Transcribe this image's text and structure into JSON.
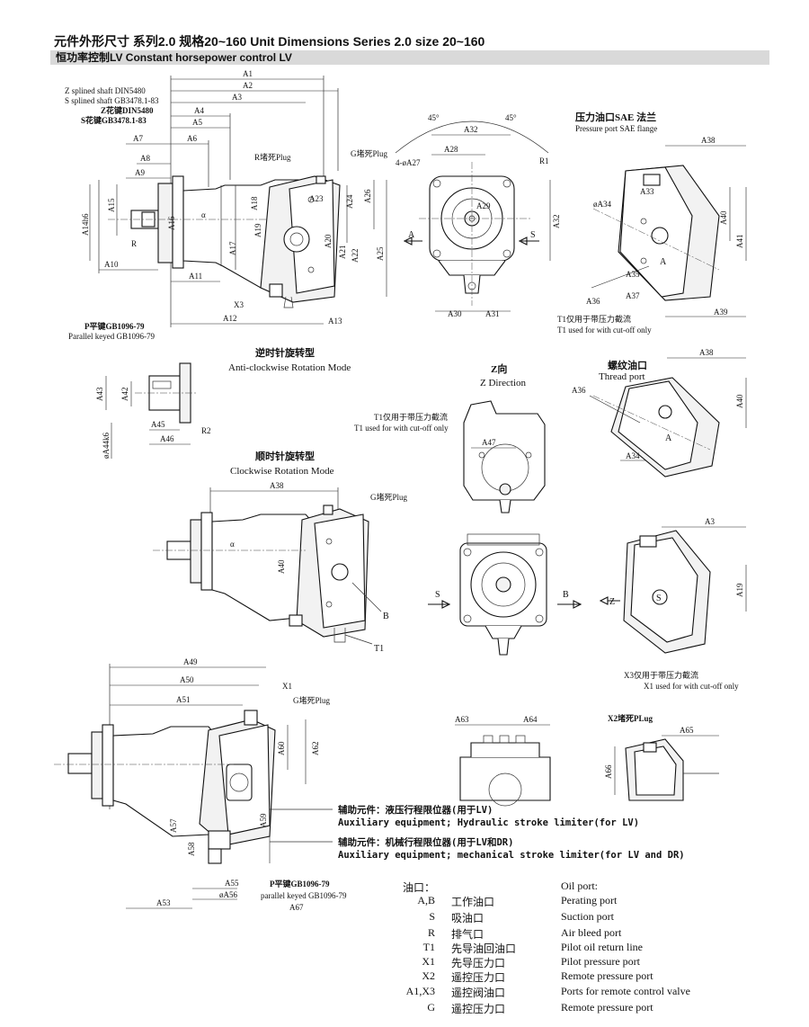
{
  "header": {
    "title": "元件外形尺寸 系列2.0  规格20~160    Unit Dimensions Series 2.0 size 20~160",
    "section_bar": "恒功率控制LV   Constant horsepower control LV"
  },
  "views": {
    "main": {
      "shaft_z": "Z splined shaft DIN5480",
      "shaft_s": "S splined shaft GB3478.1-83",
      "shaft_z_cn": "Z花键DIN5480",
      "shaft_s_cn": "S花键GB3478.1-83",
      "plug_r": "R堵死Plug",
      "plug_g": "G堵死Plug",
      "dims": [
        "A1",
        "A2",
        "A3",
        "A4",
        "A5",
        "A6",
        "A7",
        "A8",
        "A9",
        "A10",
        "A11",
        "A12",
        "A13",
        "A14h6",
        "A15",
        "A16",
        "A17",
        "A18",
        "A19",
        "A20",
        "A21",
        "A22",
        "A23",
        "A24",
        "A25",
        "A26"
      ],
      "misc": [
        "R",
        "α",
        "X3"
      ]
    },
    "front": {
      "angle_left": "45°",
      "angle_right": "45°",
      "dims": [
        "A32",
        "A28",
        "4-øA27",
        "A29",
        "A32",
        "A30",
        "A31",
        "R1"
      ],
      "port_a": "A",
      "port_s": "S"
    },
    "flange": {
      "title_cn": "压力油口SAE 法兰",
      "title_en": "Pressure port SAE flange",
      "dims": [
        "A38",
        "A33",
        "øA34",
        "A35",
        "A36",
        "A37",
        "A39",
        "A40",
        "A41"
      ],
      "port": "A",
      "note_cn": "T1仅用于带压力截流",
      "note_en": "T1 used for with cut-off only"
    },
    "parallel": {
      "label_cn": "P平键GB1096-79",
      "label_en": "Parallel keyed GB1096-79",
      "dims": [
        "A43",
        "A42",
        "øA44k6",
        "A45",
        "A46",
        "R2"
      ]
    },
    "anticlockwise": {
      "cn": "逆时针旋转型",
      "en": "Anti-clockwise Rotation Mode"
    },
    "zdir": {
      "cn": "Z向",
      "en": "Z Direction",
      "note_cn": "T1仅用于带压力截流",
      "note_en": "T1 used for with cut-off only",
      "dim": "A47"
    },
    "thread": {
      "cn": "螺纹油口",
      "en": "Thread port",
      "dims": [
        "A38",
        "A36",
        "A40",
        "A34"
      ],
      "port": "A"
    },
    "clockwise": {
      "cn": "顺时针旋转型",
      "en": "Clockwise Rotation Mode",
      "plug": "G堵死Plug",
      "dims": [
        "A38",
        "A40"
      ],
      "labels": [
        "B",
        "T1",
        "α"
      ]
    },
    "front2": {
      "port_s": "S",
      "port_b": "B"
    },
    "side_right": {
      "dims": [
        "A3",
        "A19"
      ],
      "z": "Z",
      "s": "S",
      "note_cn": "X3仅用于带压力截流",
      "note_en": "X1 used for with cut-off only"
    },
    "bottom_main": {
      "dims": [
        "A49",
        "A50",
        "A51",
        "A53",
        "A55",
        "øA56",
        "A57",
        "A58",
        "A59",
        "A60",
        "A62",
        "A67"
      ],
      "x1": "X1",
      "plug": "G堵死Plug",
      "key_cn": "P平键GB1096-79",
      "key_en": "parallel keyed GB1096-79"
    },
    "top_small": {
      "dims": [
        "A63",
        "A64"
      ]
    },
    "x2": {
      "label": "X2堵死PLug",
      "dims": [
        "A65",
        "A66"
      ]
    }
  },
  "auxiliary": {
    "hydraulic": "辅助元件：液压行程限位器(用于LV)",
    "hydraulic_en": "Auxiliary equipment; Hydraulic stroke limiter(for LV)",
    "mechanical": "辅助元件：机械行程限位器(用于LV和DR)",
    "mechanical_en": "Auxiliary equipment; mechanical stroke limiter(for LV and DR)"
  },
  "ports": {
    "heading_cn": "油口：",
    "heading_en": "Oil port:",
    "rows": [
      {
        "sym": "A,B",
        "cn": "工作油口",
        "en": "Perating port"
      },
      {
        "sym": "S",
        "cn": "吸油口",
        "en": "Suction port"
      },
      {
        "sym": "R",
        "cn": "排气口",
        "en": "Air bleed port"
      },
      {
        "sym": "T1",
        "cn": "先导油回油口",
        "en": "Pilot oil return line"
      },
      {
        "sym": "X1",
        "cn": "先导压力口",
        "en": "Pilot pressure port"
      },
      {
        "sym": "X2",
        "cn": "遥控压力口",
        "en": "Remote pressure port"
      },
      {
        "sym": "A1,X3",
        "cn": "遥控阀油口",
        "en": "Ports for remote control valve"
      },
      {
        "sym": "G",
        "cn": "遥控压力口",
        "en": "Remote pressure port"
      }
    ]
  }
}
